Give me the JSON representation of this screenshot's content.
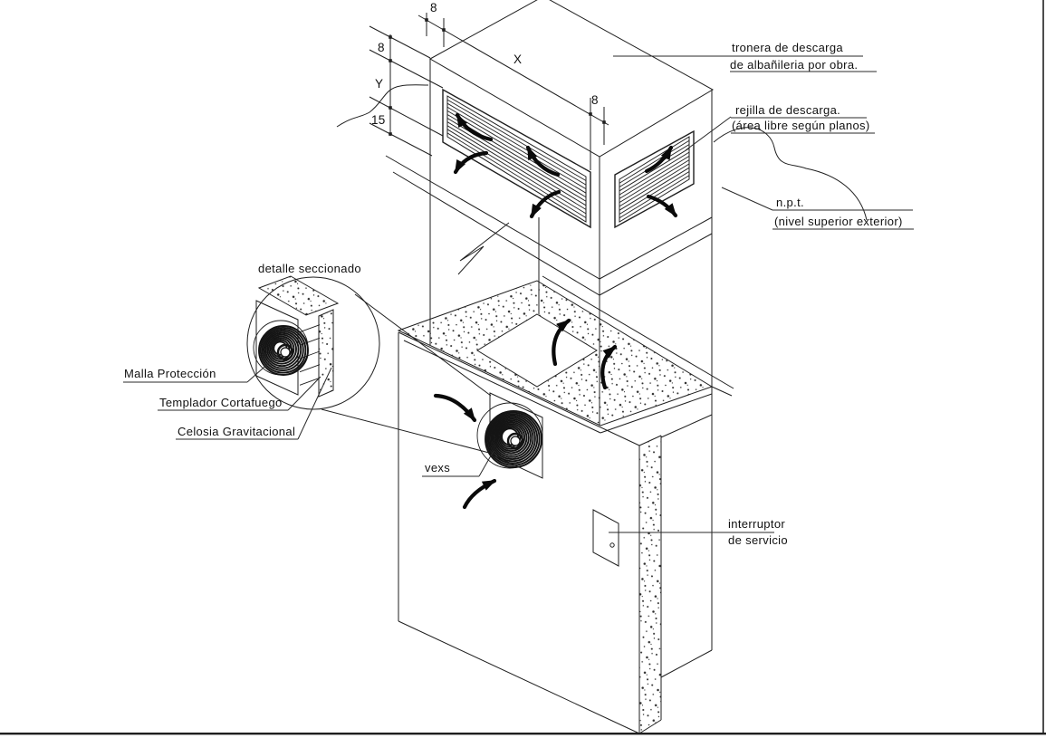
{
  "drawing": {
    "callouts": {
      "tronera": {
        "line1": "tronera de descarga",
        "line2": "de albañileria por obra."
      },
      "rejilla": {
        "line1": "rejilla de descarga.",
        "line2": "(área libre según planos)"
      },
      "npt": {
        "line1": "n.p.t.",
        "line2": "(nivel superior exterior)"
      },
      "detalle": {
        "label": "detalle seccionado"
      },
      "malla": {
        "label": "Malla Protección"
      },
      "templador": {
        "label": "Templador Cortafuego"
      },
      "celosia": {
        "label": "Celosia Gravitacional"
      },
      "vexs": {
        "label": "vexs"
      },
      "interruptor": {
        "line1": "interruptor",
        "line2": "de servicio"
      }
    },
    "dimensions": {
      "top_offset": "8",
      "top_width": "X",
      "top_right_offset": "8",
      "left_top": "8",
      "left_middle": "Y",
      "left_bottom": "15"
    },
    "colors": {
      "line": "#1f1f1f",
      "text": "#111111",
      "background": "#ffffff"
    }
  }
}
